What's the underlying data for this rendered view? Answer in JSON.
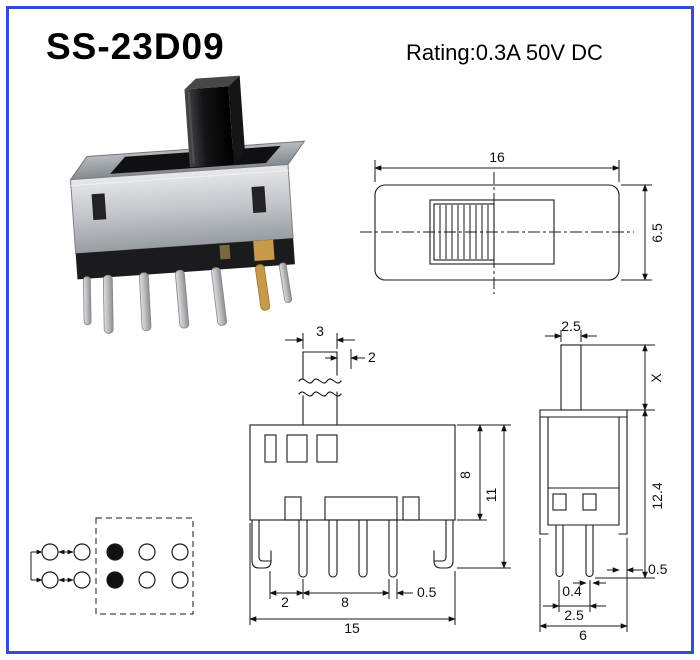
{
  "page": {
    "title": "SS-23D09",
    "rating": "Rating:0.3A 50V DC",
    "border_color": "#2a52d0"
  },
  "photo": {
    "description": "SS-23D09 slide switch product photo: metal body, black slider knob, solder pins"
  },
  "top_view": {
    "width": "16",
    "height": "6.5"
  },
  "front_view": {
    "knob_width": "3",
    "knob_travel": "2",
    "body_height": "8",
    "overall_height": "11",
    "pin_offset": "2",
    "pin_span": "8",
    "pin_width": "0.5",
    "overall_width": "15"
  },
  "side_view": {
    "knob_depth": "2.5",
    "knob_height": "X",
    "overall_height": "12.4",
    "pin_thickness": "0.4",
    "pin_pitch": "2.5",
    "cover_thickness": "0.5",
    "overall_depth": "6"
  },
  "schematic": {
    "rows": 2,
    "circles_per_row": 5,
    "filled_column": 3
  }
}
